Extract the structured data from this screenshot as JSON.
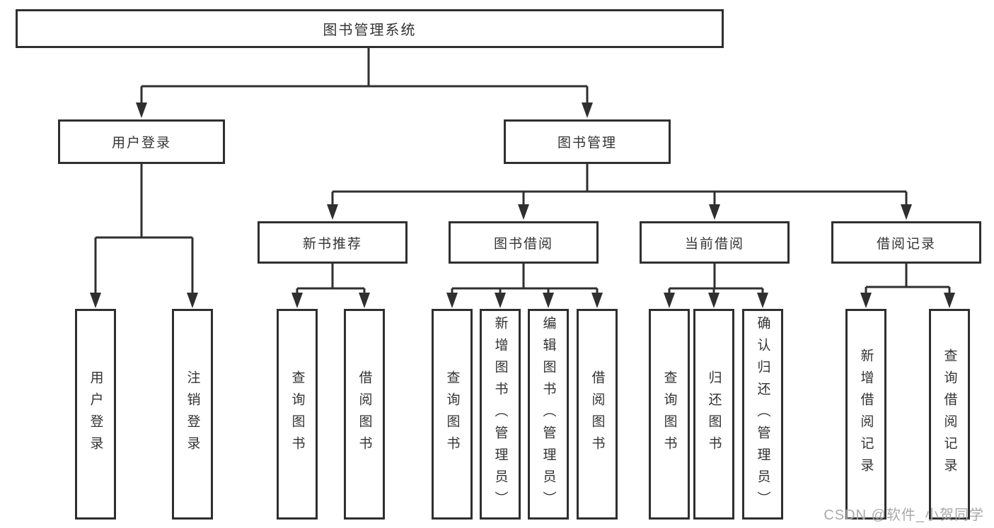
{
  "tree": {
    "root": {
      "label": "图书管理系统",
      "children": [
        {
          "label": "用户登录",
          "children": [
            {
              "label": "用户登录"
            },
            {
              "label": "注销登录"
            }
          ]
        },
        {
          "label": "图书管理",
          "children": [
            {
              "label": "新书推荐",
              "children": [
                {
                  "label": "查询图书"
                },
                {
                  "label": "借阅图书"
                }
              ]
            },
            {
              "label": "图书借阅",
              "children": [
                {
                  "label": "查询图书"
                },
                {
                  "label": "新增图书（管理员）"
                },
                {
                  "label": "编辑图书（管理员）"
                },
                {
                  "label": "借阅图书"
                }
              ]
            },
            {
              "label": "当前借阅",
              "children": [
                {
                  "label": "查询图书"
                },
                {
                  "label": "归还图书"
                },
                {
                  "label": "确认归还（管理员）"
                }
              ]
            },
            {
              "label": "借阅记录",
              "children": [
                {
                  "label": "新增借阅记录"
                },
                {
                  "label": "查询借阅记录"
                }
              ]
            }
          ]
        }
      ]
    }
  },
  "watermark": {
    "text": "CSDN @软件_小贺同学"
  },
  "colors": {
    "line": "#2f2f2f",
    "box_border": "#2f2f2f",
    "text": "#333333",
    "watermark": "#a9a9a9",
    "background": "#ffffff"
  }
}
